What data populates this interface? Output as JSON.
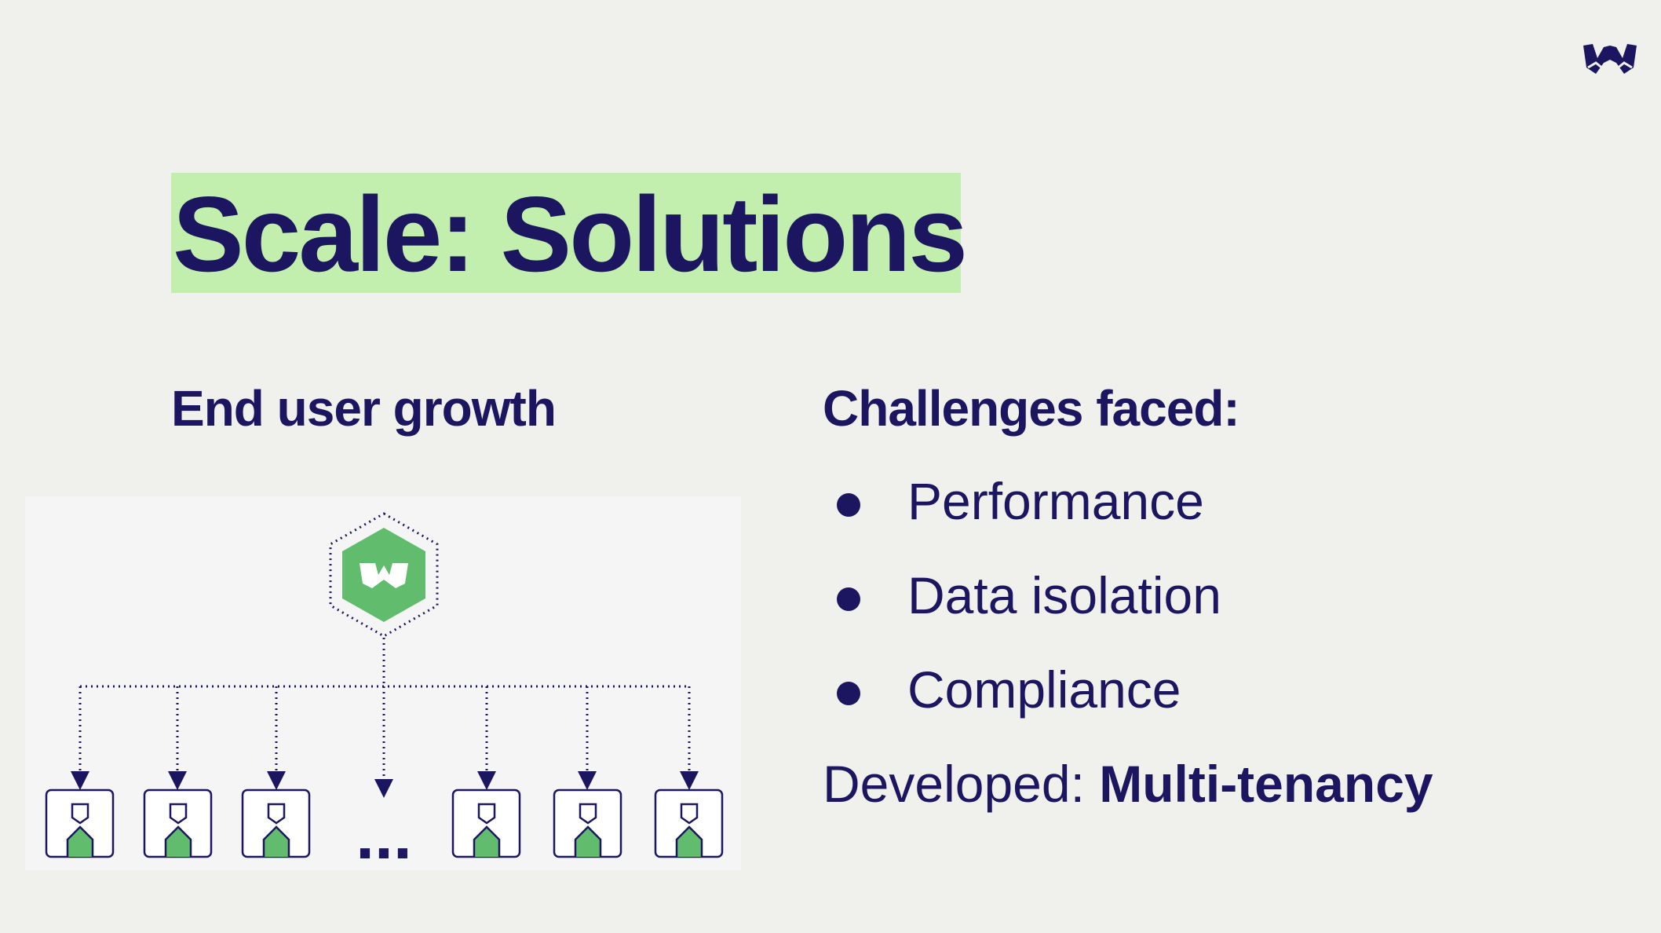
{
  "title": "Scale: Solutions",
  "left": {
    "heading": "End user growth",
    "diagram": {
      "hub_icon": "weaviate-hexagon-logo-icon",
      "leaf_icon": "user-icon",
      "ellipsis": "...",
      "leaf_count": 6
    }
  },
  "right": {
    "heading": "Challenges faced:",
    "bullets": [
      "Performance",
      "Data isolation",
      "Compliance"
    ],
    "developed_prefix": "Developed: ",
    "developed_value": "Multi-tenancy"
  },
  "colors": {
    "background": "#f0f0ec",
    "text": "#1c1660",
    "title_highlight": "#c2efae",
    "accent_green": "#61bd6d",
    "panel": "#f5f5f5"
  },
  "logo_icon": "weaviate-logo-icon"
}
